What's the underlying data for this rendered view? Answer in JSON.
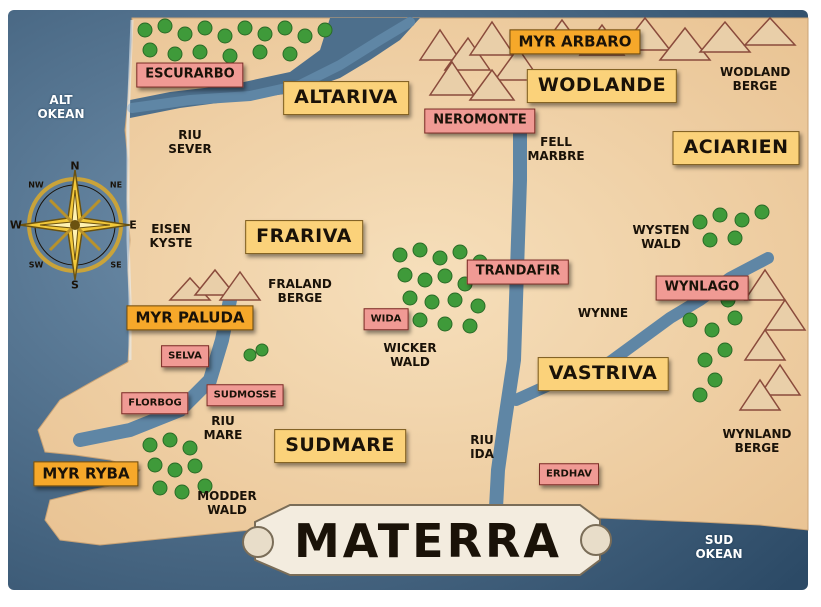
{
  "title": "MATERRA",
  "compass": {
    "n": "N",
    "s": "S",
    "e": "E",
    "w": "W",
    "ne": "NE",
    "nw": "NW",
    "se": "SE",
    "sw": "SW"
  },
  "regions": [
    {
      "id": "altariva",
      "label": "ALTARIVA"
    },
    {
      "id": "wodlande",
      "label": "WODLANDE"
    },
    {
      "id": "aciarien",
      "label": "ACIARIEN"
    },
    {
      "id": "frariva",
      "label": "FRARIVA"
    },
    {
      "id": "vastriva",
      "label": "VASTRIVA"
    },
    {
      "id": "sudmare",
      "label": "SUDMARE"
    }
  ],
  "marshes": [
    {
      "id": "myr-arbaro",
      "label": "MYR ARBARO"
    },
    {
      "id": "myr-paluda",
      "label": "MYR PALUDA"
    },
    {
      "id": "myr-ryba",
      "label": "MYR RYBA"
    }
  ],
  "towns": [
    {
      "id": "escurarbo",
      "label": "ESCURARBO"
    },
    {
      "id": "neromonte",
      "label": "NEROMONTE"
    },
    {
      "id": "trandafir",
      "label": "TRANDAFIR"
    },
    {
      "id": "wynlago",
      "label": "WYNLAGO"
    },
    {
      "id": "wida",
      "label": "WIDA"
    },
    {
      "id": "selva",
      "label": "SELVA"
    },
    {
      "id": "sudmosse",
      "label": "SUDMOSSE"
    },
    {
      "id": "florbog",
      "label": "FLORBOG"
    },
    {
      "id": "erdhav",
      "label": "ERDHAV"
    }
  ],
  "features": [
    {
      "id": "alt-okean",
      "label": "ALT OKEAN"
    },
    {
      "id": "sud-okean",
      "label": "SUD OKEAN"
    },
    {
      "id": "riu-sever",
      "label": "RIU SEVER"
    },
    {
      "id": "eisen-kyste",
      "label": "EISEN KYSTE"
    },
    {
      "id": "fraland-berge",
      "label": "FRALAND BERGE"
    },
    {
      "id": "wicker-wald",
      "label": "WICKER WALD"
    },
    {
      "id": "riu-mare",
      "label": "RIU MARE"
    },
    {
      "id": "modder-wald",
      "label": "MODDER WALD"
    },
    {
      "id": "riu-ida",
      "label": "RIU IDA"
    },
    {
      "id": "fell-marbre",
      "label": "FELL MARBRE"
    },
    {
      "id": "wodland-berge",
      "label": "WODLAND BERGE"
    },
    {
      "id": "wysten-wald",
      "label": "WYSTEN WALD"
    },
    {
      "id": "wynne",
      "label": "WYNNE"
    },
    {
      "id": "wynland-berge",
      "label": "WYNLAND BERGE"
    }
  ],
  "colors": {
    "land": "#f3d7ae",
    "ocean": "#4d6f8c",
    "river": "#5f86a5",
    "region_label": "#fbd27a",
    "marsh_label": "#f6a82a",
    "town_label": "#f09a94",
    "forest": "#3f9a3a",
    "mountain": "#8a4b3c"
  }
}
